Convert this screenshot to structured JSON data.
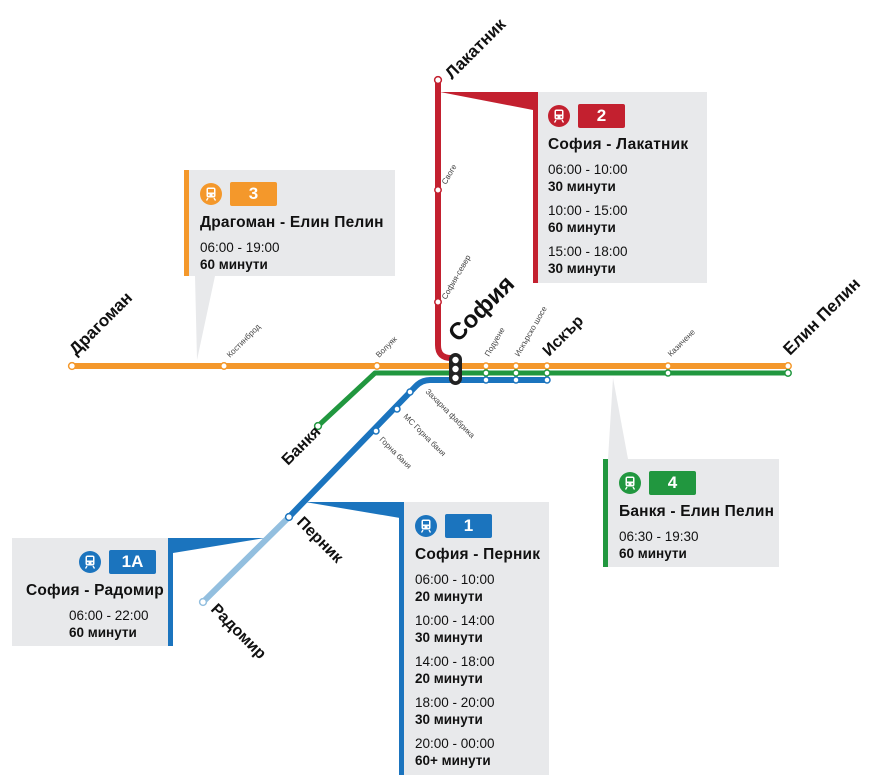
{
  "colors": {
    "line1": "#1b74be",
    "line1a": "#93bfdf",
    "line2": "#c3202f",
    "line3": "#f4982b",
    "line4": "#21973f",
    "card_bg": "#e8e9eb"
  },
  "icons": {
    "train": "train-icon"
  },
  "map": {
    "hub": "София",
    "termini": {
      "lakatnik": "Лакатник",
      "dragoman": "Драгоман",
      "elin_pelin": "Елин Пелин",
      "bankya": "Банкя",
      "pernik": "Перник",
      "radomir": "Радомир",
      "iskar": "Искър"
    },
    "stations": {
      "svoge": "Своге",
      "sofia_sever": "София-север",
      "kostinbrod": "Костинброд",
      "voluyak": "Волуяк",
      "poduene": "Подуене",
      "iskarsko_shose": "Искърско шосе",
      "kazichene": "Казичене",
      "zaharna_fabrika": "Захарна фабрика",
      "ms_gorna_banya": "МС Горна баня",
      "gorna_banya": "Горна баня"
    }
  },
  "cards": {
    "line2": {
      "number": "2",
      "route": "София - Лакатник",
      "slots": [
        {
          "time": "06:00 - 10:00",
          "freq": "30 минути"
        },
        {
          "time": "10:00 - 15:00",
          "freq": "60 минути"
        },
        {
          "time": "15:00 - 18:00",
          "freq": "30 минути"
        }
      ]
    },
    "line3": {
      "number": "3",
      "route": "Драгоман - Елин Пелин",
      "slots": [
        {
          "time": "06:00 - 19:00",
          "freq": "60 минути"
        }
      ]
    },
    "line4": {
      "number": "4",
      "route": "Банкя - Елин Пелин",
      "slots": [
        {
          "time": "06:30 - 19:30",
          "freq": "60 минути"
        }
      ]
    },
    "line1a": {
      "number": "1А",
      "route": "София - Радомир",
      "slots": [
        {
          "time": "06:00 - 22:00",
          "freq": "60 минути"
        }
      ]
    },
    "line1": {
      "number": "1",
      "route": "София - Перник",
      "slots": [
        {
          "time": "06:00 - 10:00",
          "freq": "20 минути"
        },
        {
          "time": "10:00 - 14:00",
          "freq": "30 минути"
        },
        {
          "time": "14:00 - 18:00",
          "freq": "20 минути"
        },
        {
          "time": "18:00 - 20:00",
          "freq": "30 минути"
        },
        {
          "time": "20:00 - 00:00",
          "freq": "60+ минути"
        }
      ]
    }
  }
}
